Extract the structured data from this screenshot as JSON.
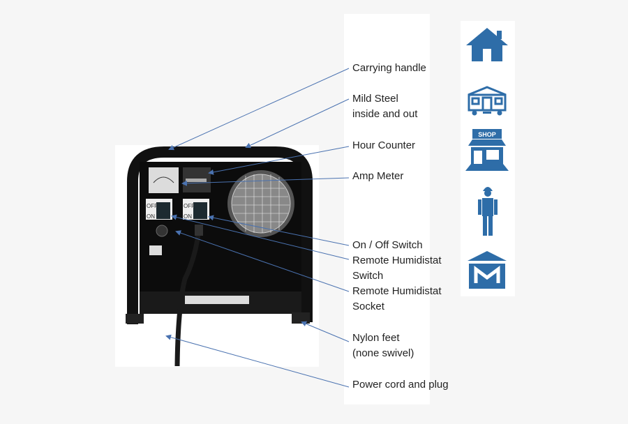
{
  "labels": {
    "carrying_handle": "Carrying handle",
    "mild_steel_1": "Mild Steel",
    "mild_steel_2": "inside and out",
    "hour_counter": "Hour Counter",
    "amp_meter": "Amp Meter",
    "on_off_switch": "On / Off Switch",
    "remote_switch_1": "Remote Humidistat",
    "remote_switch_2": "Switch",
    "remote_socket_1": "Remote Humidistat",
    "remote_socket_2": "Socket",
    "nylon_feet_1": "Nylon feet",
    "nylon_feet_2": "(none swivel)",
    "power_cord": "Power cord and plug"
  },
  "device_panel": {
    "off": "OFF",
    "on": "ON",
    "shop": "SHOP"
  },
  "icons": [
    "house-icon",
    "mobile-home-icon",
    "shop-icon",
    "worker-icon",
    "museum-icon"
  ],
  "colors": {
    "accent": "#2e6da8",
    "arrow": "#4a72b0"
  }
}
